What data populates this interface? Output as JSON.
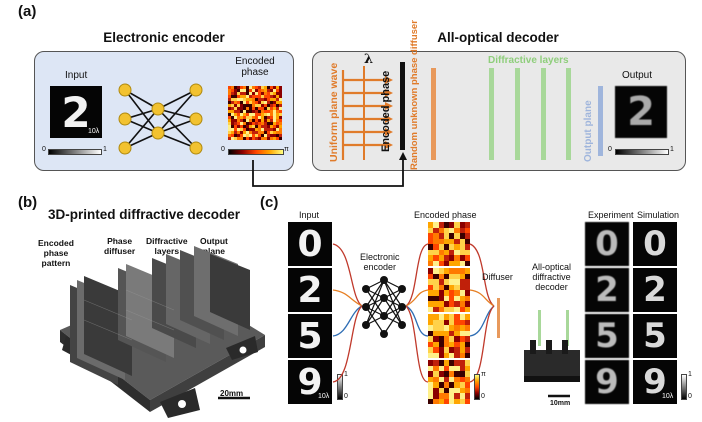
{
  "panel_a": {
    "label": "(a)",
    "encoder_title": "Electronic encoder",
    "decoder_title": "All-optical decoder",
    "input_label": "Input",
    "encoded_phase_label": "Encoded\nphase",
    "input_digit": "2",
    "input_scale_text": "10λ",
    "input_colorbar_min": "0",
    "input_colorbar_max": "1",
    "phase_colorbar_min": "0",
    "phase_colorbar_max": "π",
    "lambda": "λ",
    "uniform_plane_wave": "Uniform plane wave",
    "encoded_phase_vertical": "Encoded phase",
    "random_diffuser": "Random unknown phase diffuser",
    "diffractive_layers": "Diffractive layers",
    "output_plane": "Output plane",
    "output_label": "Output",
    "output_colorbar_min": "0",
    "output_colorbar_max": "1",
    "colors": {
      "encoder_bg": "#dde6f5",
      "decoder_bg": "#e9e9e9",
      "wave": "#e07b2a",
      "diffuser": "#e8995c",
      "layers": "#a8d89a",
      "output_plane": "#9fb5dc",
      "node": "#f2c230"
    }
  },
  "panel_b": {
    "label": "(b)",
    "title": "3D-printed diffractive decoder",
    "labels": [
      "Encoded\nphase\npattern",
      "Phase\ndiffuser",
      "Diffractive\nlayers",
      "Output\nplane"
    ],
    "scale": "20mm"
  },
  "panel_c": {
    "label": "(c)",
    "input_label": "Input",
    "encoded_phase_label": "Encoded phase",
    "electronic_encoder": "Electronic\nencoder",
    "diffuser": "Diffuser",
    "all_optical": "All-optical\ndiffractive\ndecoder",
    "experiment_label": "Experiment",
    "simulation_label": "Simulation",
    "digits": [
      "0",
      "2",
      "5",
      "9"
    ],
    "scale_10lambda": "10λ",
    "scale_10mm": "10mm",
    "colorbar_min": "0",
    "colorbar_max": "1",
    "phase_min": "0",
    "phase_max": "π"
  }
}
